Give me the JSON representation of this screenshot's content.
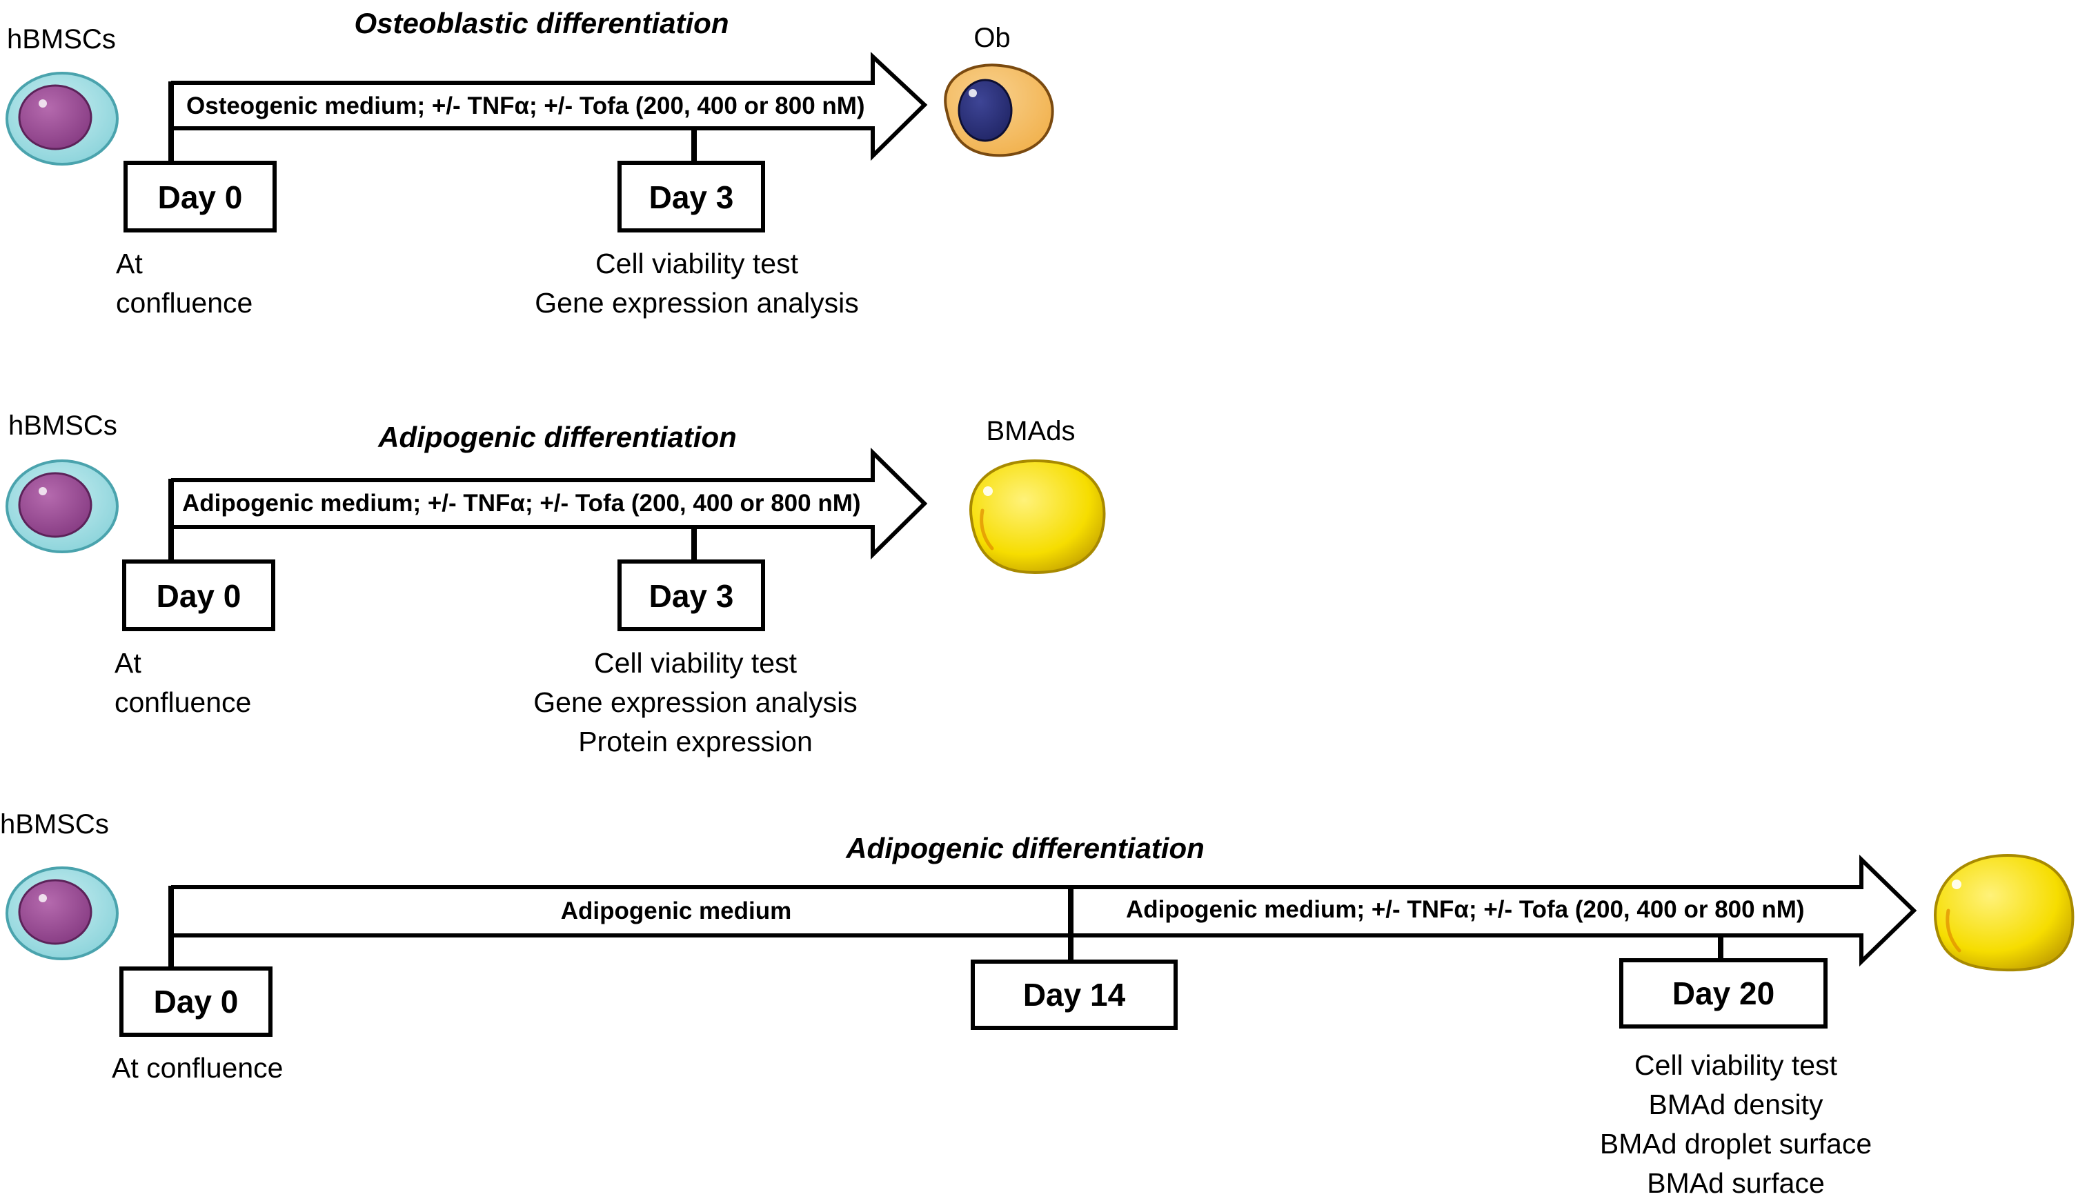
{
  "colors": {
    "msc_outer": "#8fd5dc",
    "msc_nucleus": "#8a3f86",
    "ob_outer": "#f2b453",
    "ob_nucleus": "#23286a",
    "bmad_fill": "#f6dd00",
    "bmad_edge": "#c9a800",
    "line": "#000000",
    "background": "#ffffff"
  },
  "icons": [
    "msc-cell-icon",
    "osteoblast-cell-icon",
    "adipocyte-cell-icon"
  ],
  "panels": [
    {
      "source_label": "hBMSCs",
      "title": "Osteoblastic differentiation",
      "arrow_text": "Osteogenic medium; +/- TNFα;  +/- Tofa (200, 400 or 800 nM)",
      "day_start": "Day 0",
      "start_note": [
        "At",
        "confluence"
      ],
      "day_mid": "Day 3",
      "mid_notes": [
        "Cell viability test",
        "Gene expression analysis"
      ],
      "target_label": "Ob"
    },
    {
      "source_label": "hBMSCs",
      "title": "Adipogenic differentiation",
      "arrow_text": "Adipogenic medium; +/- TNFα;  +/- Tofa (200, 400 or 800 nM)",
      "day_start": "Day 0",
      "start_note": [
        "At",
        "confluence"
      ],
      "day_mid": "Day 3",
      "mid_notes": [
        "Cell viability test",
        "Gene expression analysis",
        "Protein expression"
      ],
      "target_label": "BMAds"
    },
    {
      "source_label": "hBMSCs",
      "title": "Adipogenic differentiation",
      "arrow_text_left": "Adipogenic medium",
      "arrow_text_right": "Adipogenic medium; +/- TNFα;  +/- Tofa (200, 400 or 800 nM)",
      "day_start": "Day 0",
      "start_note": "At confluence",
      "day_mid": "Day 14",
      "day_end": "Day 20",
      "end_notes": [
        "Cell viability test",
        "BMAd density",
        "BMAd droplet surface",
        "BMAd surface"
      ]
    }
  ]
}
